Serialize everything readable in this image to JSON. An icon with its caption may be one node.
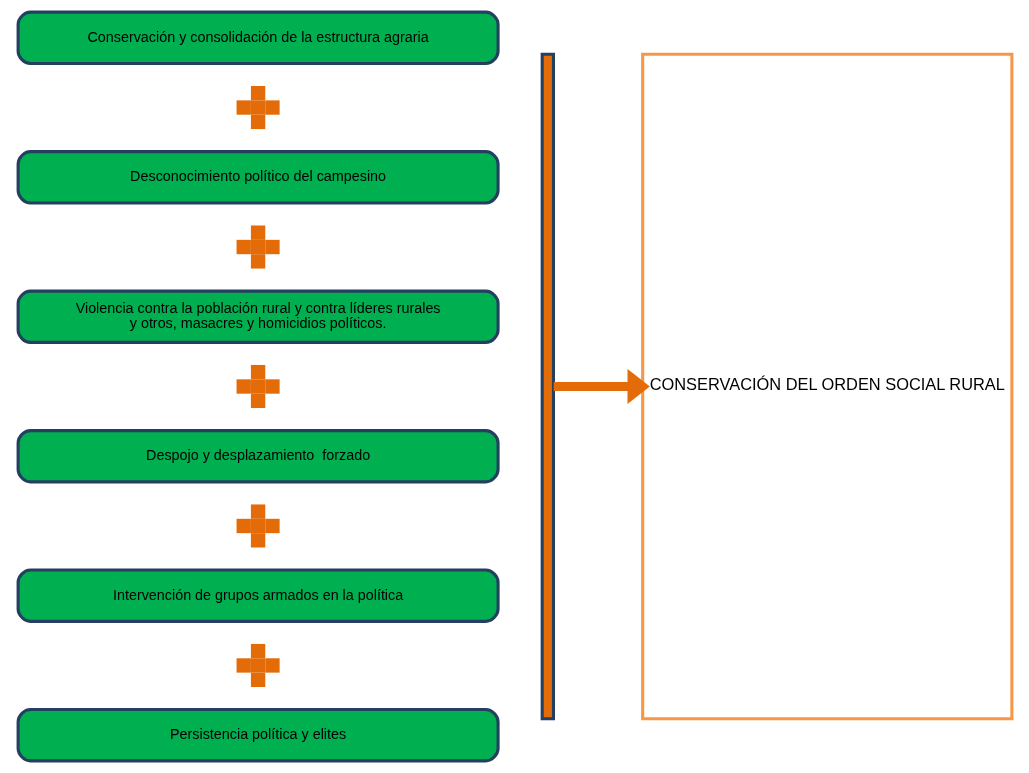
{
  "diagram": {
    "nodes": [
      {
        "text": [
          "Conservación y consolidación de la estructura agraria"
        ]
      },
      {
        "text": [],
        "shape": "plus"
      },
      {
        "text": [
          "Desconocimiento político del campesino"
        ]
      },
      {
        "text": [],
        "shape": "plus"
      },
      {
        "text": [
          "Violencia contra la población rural y contra líderes rurales y otros, masacres y homicidios políticos."
        ]
      },
      {
        "text": [],
        "shape": "plus"
      },
      {
        "text": [
          "Despojo y desplazamiento  forzado"
        ]
      },
      {
        "text": [],
        "shape": "plus"
      },
      {
        "text": [
          "Intervención de grupos armados en la política"
        ]
      },
      {
        "text": [],
        "shape": "plus"
      },
      {
        "text": [
          "Persistencia política y elites"
        ]
      },
      {
        "text": [],
        "shape": "bar"
      },
      {
        "text": [
          "CONSERVACIÓN DEL ORDEN SOCIAL RURAL"
        ]
      }
    ],
    "edges": [
      {
        "from": 11,
        "to": 12,
        "arrow": "to"
      }
    ]
  }
}
